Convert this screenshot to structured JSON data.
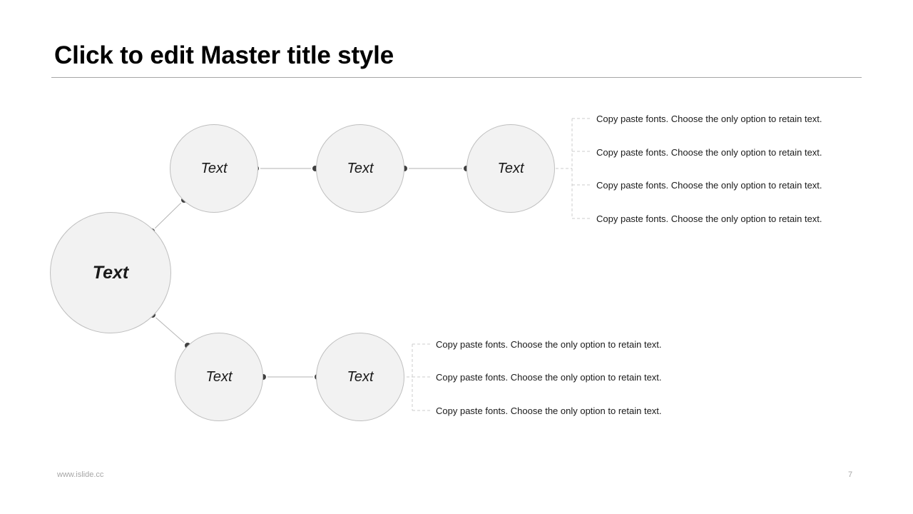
{
  "slide": {
    "title": "Click to edit Master title style",
    "footer_url": "www.islide.cc",
    "page_number": "7",
    "colors": {
      "node_fill": "#f2f2f2",
      "node_border": "#bfbfbf",
      "connector_line": "#b3b3b3",
      "connector_dot": "#404040",
      "dashed_bracket": "#cccccc",
      "title_rule": "#a6a6a6",
      "body_text": "#1a1a1a",
      "footer_text": "#a6a6a6"
    }
  },
  "diagram": {
    "hub": {
      "label": "Text"
    },
    "branch_top": {
      "nodes": [
        {
          "label": "Text"
        },
        {
          "label": "Text"
        },
        {
          "label": "Text"
        }
      ],
      "bullets": [
        "Copy paste fonts. Choose the only option to retain text.",
        "Copy paste fonts. Choose the only option to retain text.",
        "Copy paste fonts. Choose the only option to retain text.",
        "Copy paste fonts. Choose the only option to retain text."
      ]
    },
    "branch_bottom": {
      "nodes": [
        {
          "label": "Text"
        },
        {
          "label": "Text"
        }
      ],
      "bullets": [
        "Copy paste fonts. Choose the only option to retain text.",
        "Copy paste fonts. Choose the only option to retain text.",
        "Copy paste fonts. Choose the only option to retain text."
      ]
    }
  }
}
